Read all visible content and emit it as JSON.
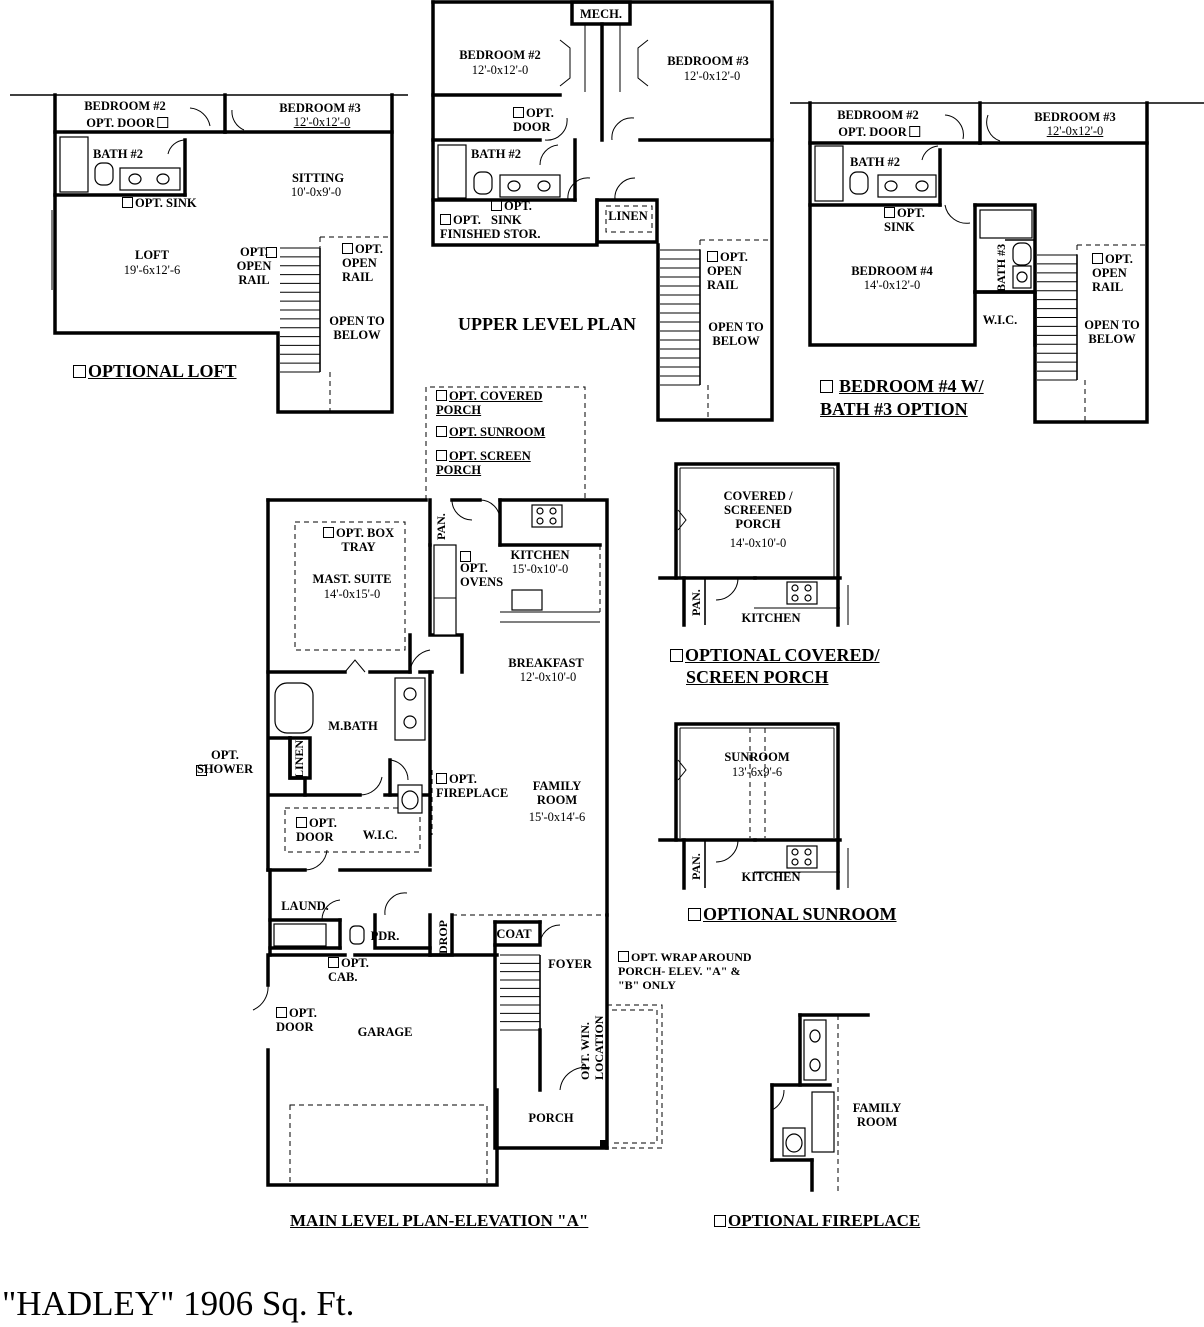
{
  "colors": {
    "ink": "#000000",
    "paper": "#ffffff"
  },
  "footer": {
    "title": "\"HADLEY\" 1906 Sq. Ft."
  },
  "upper_level": {
    "caption": "UPPER LEVEL PLAN",
    "mech": "MECH.",
    "bed2": "BEDROOM #2",
    "bed2_dim": "12'-0x12'-0",
    "bed3": "BEDROOM #3",
    "bed3_dim": "12'-0x12'-0",
    "opt_door": "OPT.\nDOOR",
    "bath2": "BATH #2",
    "opt_finished_stor": "OPT.\nFINISHED STOR.",
    "opt_sink": "OPT.\nSINK",
    "linen": "LINEN",
    "opt_open_rail": "OPT.\nOPEN\nRAIL",
    "open_to_below": "OPEN TO\nBELOW"
  },
  "loft": {
    "caption": "OPTIONAL LOFT",
    "bed2": "BEDROOM #2",
    "opt_door": "OPT. DOOR",
    "bed3": "BEDROOM #3",
    "bed3_dim": "12'-0x12'-0",
    "bath2": "BATH #2",
    "sitting": "SITTING",
    "sitting_dim": "10'-0x9'-0",
    "opt_sink": "OPT. SINK",
    "loft": "LOFT",
    "loft_dim": "19'-6x12'-6",
    "opt_open_rail_left": "OPT.\nOPEN\nRAIL",
    "opt_open_rail_right": "OPT.\nOPEN\nRAIL",
    "open_to_below": "OPEN TO\nBELOW"
  },
  "bed4": {
    "caption_line1": "BEDROOM #4 W/",
    "caption_line2": "BATH #3 OPTION",
    "bed2": "BEDROOM #2",
    "opt_door": "OPT. DOOR",
    "bed3": "BEDROOM #3",
    "bed3_dim": "12'-0x12'-0",
    "bath2": "BATH #2",
    "opt_sink": "OPT.\nSINK",
    "bed4": "BEDROOM #4",
    "bed4_dim": "14'-0x12'-0",
    "bath3": "BATH #3",
    "wic": "W.I.C.",
    "opt_open_rail": "OPT.\nOPEN\nRAIL",
    "open_to_below": "OPEN TO\nBELOW"
  },
  "porch_options": {
    "opt_covered": "OPT. COVERED\nPORCH",
    "opt_sunroom": "OPT. SUNROOM",
    "opt_screen": "OPT. SCREEN\nPORCH"
  },
  "main_level": {
    "caption": "MAIN LEVEL PLAN-ELEVATION \"A\"",
    "pan": "PAN.",
    "opt_box_tray": "OPT. BOX\nTRAY",
    "mast_suite": "MAST. SUITE",
    "mast_suite_dim": "14'-0x15'-0",
    "kitchen": "KITCHEN",
    "kitchen_dim": "15'-0x10'-0",
    "opt_ovens": "OPT.\nOVENS",
    "breakfast": "BREAKFAST",
    "breakfast_dim": "12'-0x10'-0",
    "mbath": "M.BATH",
    "opt_shower": "OPT.\nSHOWER",
    "linen": "LINEN",
    "opt_fireplace": "OPT.\nFIREPLACE",
    "family_room": "FAMILY\nROOM",
    "family_room_dim": "15'-0x14'-6",
    "opt_door_wic": "OPT.\nDOOR",
    "wic": "W.I.C.",
    "laund": "LAUND.",
    "pdr": "PDR.",
    "drop": "DROP",
    "coat": "COAT",
    "foyer": "FOYER",
    "opt_cab": "OPT.\nCAB.",
    "opt_wrap": "OPT. WRAP AROUND\nPORCH- ELEV. \"A\" &\n\"B\" ONLY",
    "opt_door_garage": "OPT.\nDOOR",
    "garage": "GARAGE",
    "opt_win_location": "OPT. WIN.\nLOCATION",
    "porch": "PORCH"
  },
  "covered_porch_option": {
    "caption_line1": "OPTIONAL COVERED/",
    "caption_line2": "SCREEN PORCH",
    "room": "COVERED /\nSCREENED\nPORCH",
    "dim": "14'-0x10'-0",
    "pan": "PAN.",
    "kitchen": "KITCHEN"
  },
  "sunroom_option": {
    "caption": "OPTIONAL SUNROOM",
    "room": "SUNROOM",
    "dim": "13'-6x9'-6",
    "pan": "PAN.",
    "kitchen": "KITCHEN"
  },
  "fireplace_option": {
    "caption": "OPTIONAL FIREPLACE",
    "room": "FAMILY\nROOM"
  }
}
